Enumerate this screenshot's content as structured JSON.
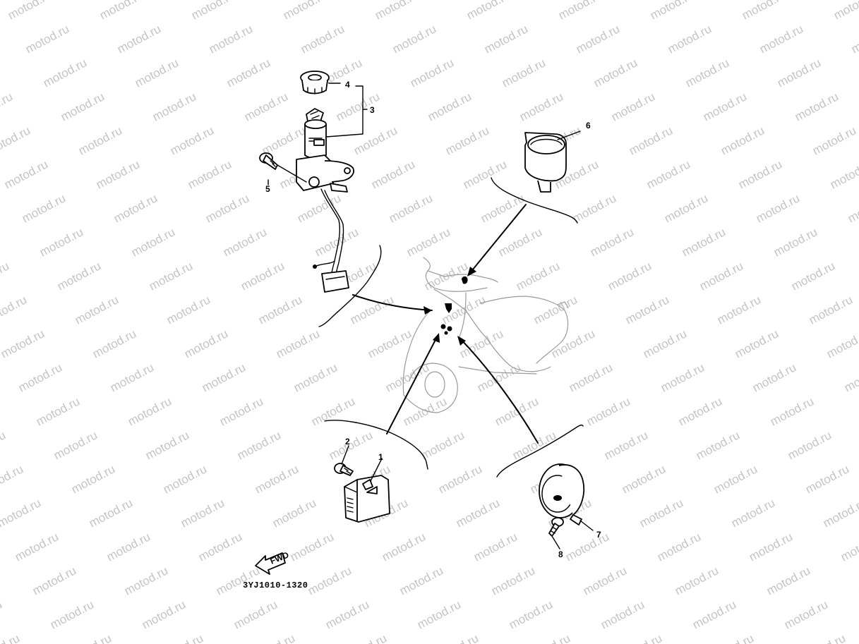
{
  "watermark": {
    "text": "motod.ru"
  },
  "diagram": {
    "code": "3YJ1010-1320",
    "fwd_label": "FWD",
    "callouts": [
      {
        "id": "1",
        "label": "1"
      },
      {
        "id": "2",
        "label": "2"
      },
      {
        "id": "3",
        "label": "3"
      },
      {
        "id": "4",
        "label": "4"
      },
      {
        "id": "5",
        "label": "5"
      },
      {
        "id": "6",
        "label": "6"
      },
      {
        "id": "7",
        "label": "7"
      },
      {
        "id": "8",
        "label": "8"
      }
    ]
  }
}
